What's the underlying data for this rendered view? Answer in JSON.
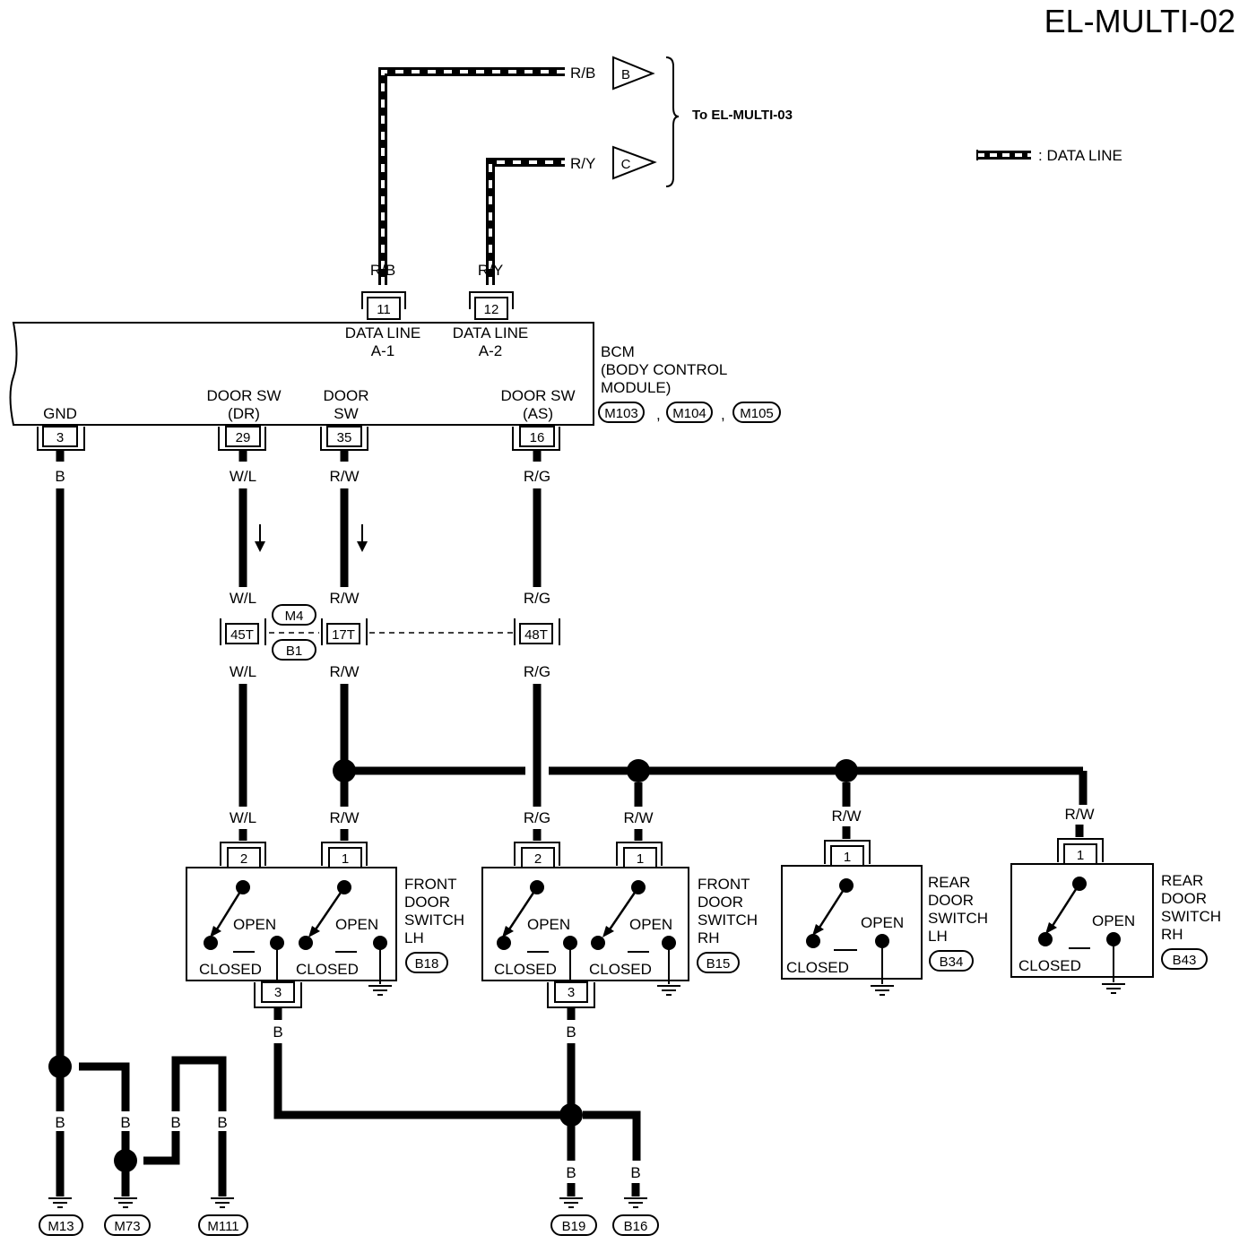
{
  "title": "EL-MULTI-02",
  "legend": {
    "data_line": ": DATA LINE"
  },
  "to_label": "To EL-MULTI-03",
  "data_lines": [
    {
      "color": "R/B",
      "connector_label": "B",
      "terminal": "11",
      "line1": "DATA LINE",
      "line2": "A-1"
    },
    {
      "color": "R/Y",
      "connector_label": "C",
      "terminal": "12",
      "line1": "DATA LINE",
      "line2": "A-2"
    }
  ],
  "bcm": {
    "name_lines": [
      "BCM",
      "(BODY CONTROL",
      "MODULE)"
    ],
    "connectors": [
      "M103",
      "M104",
      "M105"
    ],
    "separator": ","
  },
  "bcm_terminals": [
    {
      "id": "gnd",
      "number": "3",
      "name_lines": [
        "GND"
      ],
      "wire": "B"
    },
    {
      "id": "door-sw-dr",
      "number": "29",
      "name_lines": [
        "DOOR SW",
        "(DR)"
      ],
      "wire": "W/L"
    },
    {
      "id": "door-sw",
      "number": "35",
      "name_lines": [
        "DOOR",
        "SW"
      ],
      "wire": "R/W"
    },
    {
      "id": "door-sw-as",
      "number": "16",
      "name_lines": [
        "DOOR SW",
        "(AS)"
      ],
      "wire": "R/G"
    }
  ],
  "junction": {
    "connectors": [
      "M4",
      "B1"
    ],
    "pins": [
      {
        "id": "45t",
        "label": "45T",
        "wire_above": "W/L",
        "wire_below": "W/L"
      },
      {
        "id": "17t",
        "label": "17T",
        "wire_above": "R/W",
        "wire_below": "R/W"
      },
      {
        "id": "48t",
        "label": "48T",
        "wire_above": "R/G",
        "wire_below": "R/G"
      }
    ]
  },
  "switches": [
    {
      "id": "front-lh",
      "name_lines": [
        "FRONT",
        "DOOR",
        "SWITCH",
        "LH"
      ],
      "connector": "B18",
      "pins": [
        {
          "number": "2",
          "wire": "W/L"
        },
        {
          "number": "1",
          "wire": "R/W"
        }
      ],
      "ground_pin": "3",
      "ground_wire": "B"
    },
    {
      "id": "front-rh",
      "name_lines": [
        "FRONT",
        "DOOR",
        "SWITCH",
        "RH"
      ],
      "connector": "B15",
      "pins": [
        {
          "number": "2",
          "wire": "R/G"
        },
        {
          "number": "1",
          "wire": "R/W"
        }
      ],
      "ground_pin": "3",
      "ground_wire": "B"
    },
    {
      "id": "rear-lh",
      "name_lines": [
        "REAR",
        "DOOR",
        "SWITCH",
        "LH"
      ],
      "connector": "B34",
      "pins": [
        {
          "number": "1",
          "wire": "R/W"
        }
      ]
    },
    {
      "id": "rear-rh",
      "name_lines": [
        "REAR",
        "DOOR",
        "SWITCH",
        "RH"
      ],
      "connector": "B43",
      "pins": [
        {
          "number": "1",
          "wire": "R/W"
        }
      ]
    }
  ],
  "switch_states": {
    "open": "OPEN",
    "closed": "CLOSED"
  },
  "grounds": [
    {
      "id": "m13",
      "label": "M13",
      "wire": "B"
    },
    {
      "id": "m73",
      "label": "M73",
      "wire": "B"
    },
    {
      "id": "m111",
      "label": "M111",
      "wire": "B"
    },
    {
      "id": "b19",
      "label": "B19",
      "wire": "B"
    },
    {
      "id": "b16",
      "label": "B16",
      "wire": "B"
    }
  ],
  "extra_wire_labels": {
    "m73_to_m111": "B"
  }
}
